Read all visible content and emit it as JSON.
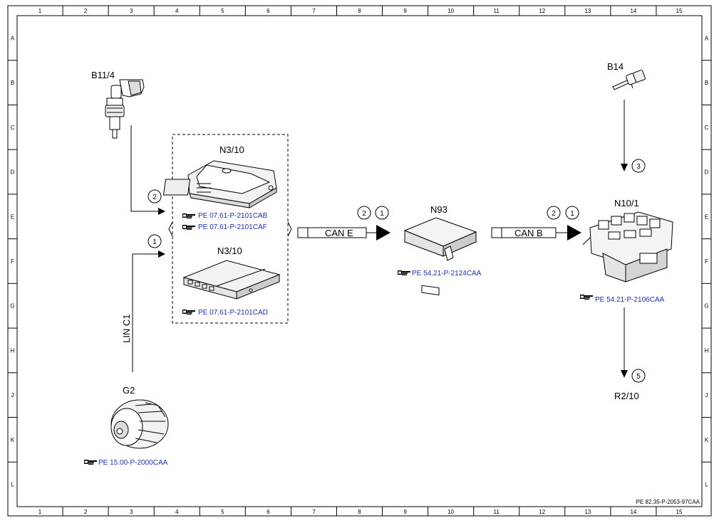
{
  "grid": {
    "columns": [
      "1",
      "2",
      "3",
      "4",
      "5",
      "6",
      "7",
      "8",
      "9",
      "10",
      "11",
      "12",
      "13",
      "14",
      "15"
    ],
    "rows": [
      "A",
      "B",
      "C",
      "D",
      "E",
      "F",
      "G",
      "H",
      "J",
      "K",
      "L"
    ]
  },
  "components": {
    "b11_4": {
      "label": "B11/4"
    },
    "b14": {
      "label": "B14"
    },
    "n3_10_upper": {
      "label": "N3/10",
      "refs": [
        "PE 07.61-P-2101CAB",
        "PE 07.61-P-2101CAF"
      ]
    },
    "n3_10_lower": {
      "label": "N3/10",
      "refs": [
        "PE 07.61-P-2101CAD"
      ]
    },
    "n93": {
      "label": "N93",
      "refs": [
        "PE 54.21-P-2124CAA"
      ]
    },
    "n10_1": {
      "label": "N10/1",
      "refs": [
        "PE 54.21-P-2106CAA"
      ]
    },
    "g2": {
      "label": "G2",
      "refs": [
        "PE 15.00-P-2000CAA"
      ]
    },
    "r2_10": {
      "label": "R2/10"
    }
  },
  "buses": {
    "can_e": "CAN E",
    "can_b": "CAN B",
    "lin_c1": "LIN C1"
  },
  "markers": {
    "b11_to_n3": "2",
    "lin_to_n3": "1",
    "can_e_a": "2",
    "can_e_b": "1",
    "can_b_a": "2",
    "can_b_b": "1",
    "b14_to_n10": "3",
    "n10_to_r2": "5"
  },
  "footer": "PE 82.35-P-2053-97CAA"
}
